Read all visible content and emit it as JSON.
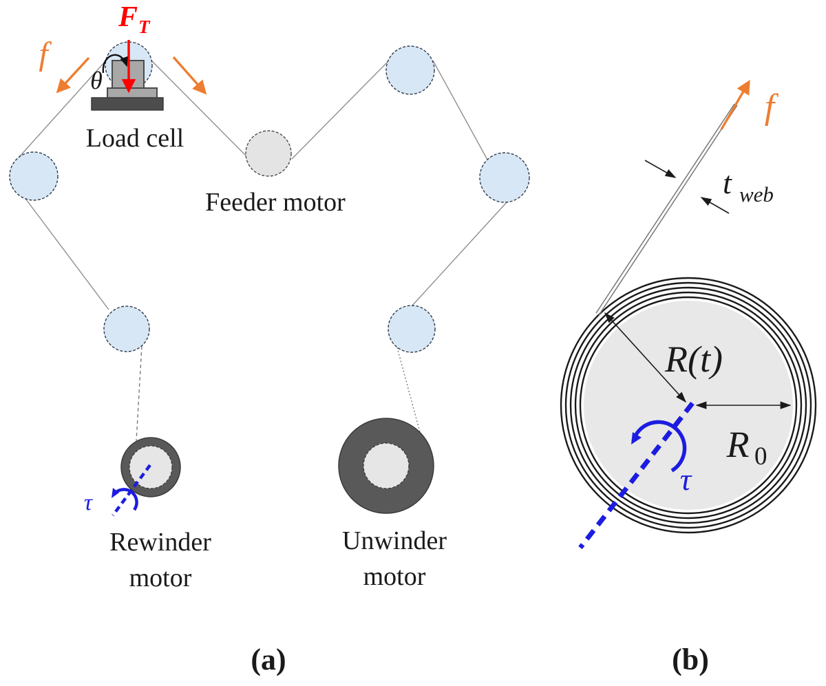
{
  "figure": {
    "panel_a": {
      "caption": "(a)",
      "load_cell_label": "Load cell",
      "feeder_motor_label": "Feeder motor",
      "rewinder_motor_label_line1": "Rewinder",
      "rewinder_motor_label_line2": "motor",
      "unwinder_motor_label_line1": "Unwinder",
      "unwinder_motor_label_line2": "motor",
      "tension_symbol_main": "F",
      "tension_symbol_sub": "T",
      "web_force_symbol": "f",
      "wrap_angle_symbol": "θ",
      "torque_symbol": "τ"
    },
    "panel_b": {
      "caption": "(b)",
      "web_force_symbol": "f",
      "web_thickness_symbol_main": "t",
      "web_thickness_symbol_sub": "web",
      "roll_radius_symbol": "R(t)",
      "core_radius_symbol_main": "R",
      "core_radius_symbol_sub": "0",
      "torque_symbol": "τ"
    },
    "colors": {
      "web_force_orange": "#ED7D31",
      "tension_red": "#FF0000",
      "torque_blue": "#1C1CE0",
      "roller_fill_blue": "#D8E7F5",
      "motor_dark_gray": "#595959",
      "motor_core_gray": "#E6E6E6",
      "roll_fill_gray": "#E8E8E8"
    }
  }
}
